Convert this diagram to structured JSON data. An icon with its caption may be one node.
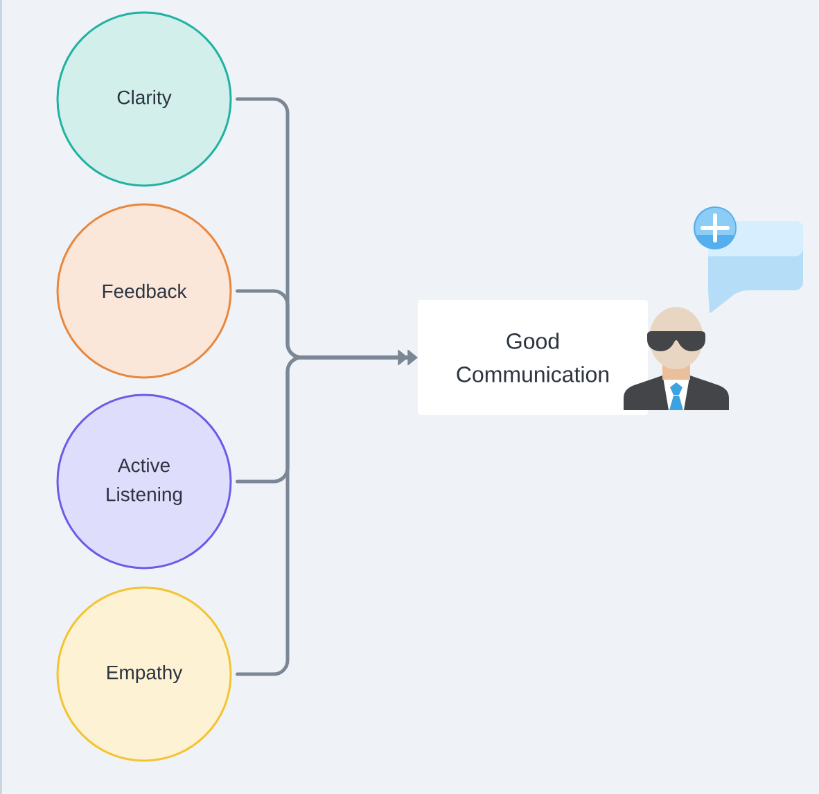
{
  "diagram": {
    "nodes": [
      {
        "text": [
          "Clarity"
        ]
      },
      {
        "text": [
          "Feedback"
        ]
      },
      {
        "text": [
          "Active Listening"
        ]
      },
      {
        "text": [
          "Empathy"
        ]
      },
      {
        "text": [
          "Good Communication"
        ]
      }
    ],
    "edges": [
      {
        "from": 0,
        "to": 4,
        "arrow": "to"
      },
      {
        "from": 1,
        "to": 4,
        "arrow": "to"
      },
      {
        "from": 2,
        "to": 4,
        "arrow": "to"
      },
      {
        "from": 3,
        "to": 4,
        "arrow": "to"
      }
    ]
  }
}
